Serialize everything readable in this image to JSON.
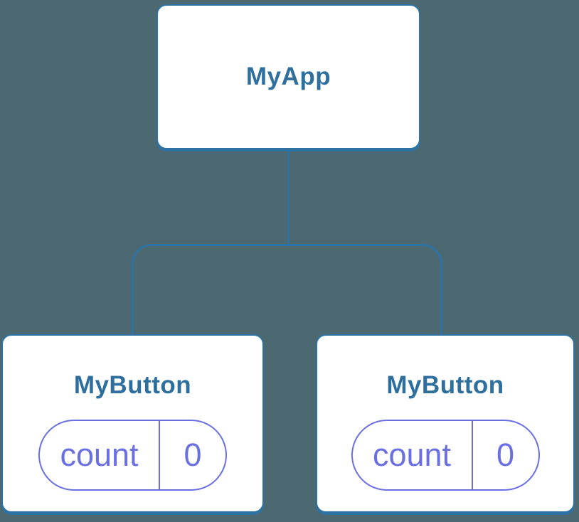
{
  "diagram": {
    "type": "component-tree",
    "colors": {
      "background": "#4c6972",
      "node_fill": "#ffffff",
      "node_stroke": "#2e72a3",
      "title_text": "#2f6f9e",
      "state_accent": "#6a6fe2"
    },
    "tree": {
      "root": {
        "label": "MyApp"
      },
      "children": [
        {
          "label": "MyButton",
          "state": {
            "key": "count",
            "value": "0"
          }
        },
        {
          "label": "MyButton",
          "state": {
            "key": "count",
            "value": "0"
          }
        }
      ]
    }
  }
}
